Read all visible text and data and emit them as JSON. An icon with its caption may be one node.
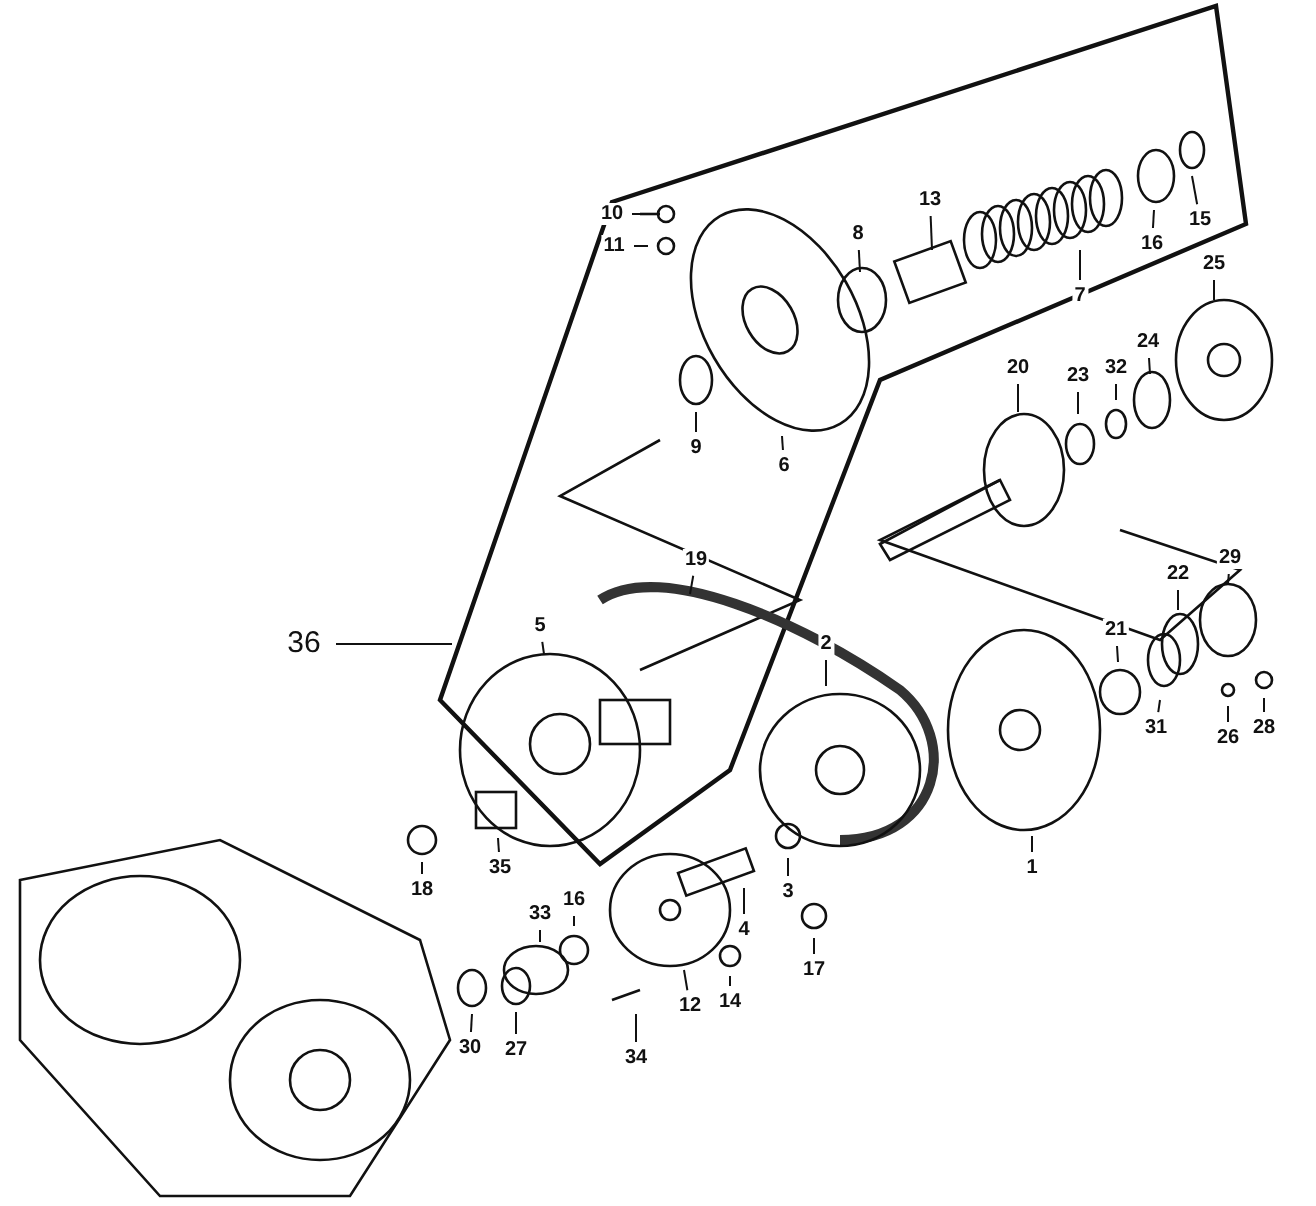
{
  "diagram": {
    "nodes": [
      {
        "text": [
          "10"
        ]
      },
      {
        "text": [
          "11"
        ]
      },
      {
        "text": [
          "13"
        ]
      },
      {
        "text": [
          "8"
        ]
      },
      {
        "text": [
          "15"
        ]
      },
      {
        "text": [
          "16"
        ]
      },
      {
        "text": [
          "7"
        ]
      },
      {
        "text": [
          "25"
        ]
      },
      {
        "text": [
          "24"
        ]
      },
      {
        "text": [
          "20"
        ]
      },
      {
        "text": [
          "32"
        ]
      },
      {
        "text": [
          "23"
        ]
      },
      {
        "text": [
          "9"
        ]
      },
      {
        "text": [
          "6"
        ]
      },
      {
        "text": [
          "29"
        ]
      },
      {
        "text": [
          "19"
        ]
      },
      {
        "text": [
          "22"
        ]
      },
      {
        "text": [
          "5"
        ]
      },
      {
        "text": [
          "21"
        ]
      },
      {
        "text": [
          "36"
        ]
      },
      {
        "text": [
          "2"
        ]
      },
      {
        "text": [
          "31"
        ]
      },
      {
        "text": [
          "28"
        ]
      },
      {
        "text": [
          "26"
        ]
      },
      {
        "text": [
          "1"
        ]
      },
      {
        "text": [
          "35"
        ]
      },
      {
        "text": [
          "3"
        ]
      },
      {
        "text": [
          "18"
        ]
      },
      {
        "text": [
          "16"
        ]
      },
      {
        "text": [
          "33"
        ]
      },
      {
        "text": [
          "4"
        ]
      },
      {
        "text": [
          "17"
        ]
      },
      {
        "text": [
          "14"
        ]
      },
      {
        "text": [
          "12"
        ]
      },
      {
        "text": [
          "27"
        ]
      },
      {
        "text": [
          "30"
        ]
      },
      {
        "text": [
          "34"
        ]
      }
    ],
    "edges": [
      {
        "from": 0,
        "to": null,
        "arrow": "none"
      },
      {
        "from": 1,
        "to": null,
        "arrow": "none"
      },
      {
        "from": 2,
        "to": null,
        "arrow": "none"
      },
      {
        "from": 3,
        "to": null,
        "arrow": "none"
      },
      {
        "from": 4,
        "to": null,
        "arrow": "none"
      },
      {
        "from": 5,
        "to": null,
        "arrow": "none"
      },
      {
        "from": 6,
        "to": null,
        "arrow": "none"
      },
      {
        "from": 7,
        "to": null,
        "arrow": "none"
      },
      {
        "from": 8,
        "to": null,
        "arrow": "none"
      },
      {
        "from": 9,
        "to": null,
        "arrow": "none"
      },
      {
        "from": 10,
        "to": null,
        "arrow": "none"
      },
      {
        "from": 11,
        "to": null,
        "arrow": "none"
      },
      {
        "from": 12,
        "to": null,
        "arrow": "none"
      },
      {
        "from": 13,
        "to": null,
        "arrow": "none"
      },
      {
        "from": 14,
        "to": null,
        "arrow": "none"
      },
      {
        "from": 15,
        "to": null,
        "arrow": "none"
      },
      {
        "from": 16,
        "to": null,
        "arrow": "none"
      },
      {
        "from": 17,
        "to": null,
        "arrow": "none"
      },
      {
        "from": 18,
        "to": null,
        "arrow": "none"
      },
      {
        "from": 19,
        "to": null,
        "arrow": "none"
      },
      {
        "from": 20,
        "to": null,
        "arrow": "none"
      },
      {
        "from": 21,
        "to": null,
        "arrow": "none"
      },
      {
        "from": 22,
        "to": null,
        "arrow": "none"
      },
      {
        "from": 23,
        "to": null,
        "arrow": "none"
      },
      {
        "from": 24,
        "to": null,
        "arrow": "none"
      },
      {
        "from": 25,
        "to": null,
        "arrow": "none"
      },
      {
        "from": 26,
        "to": null,
        "arrow": "none"
      },
      {
        "from": 27,
        "to": null,
        "arrow": "none"
      },
      {
        "from": 28,
        "to": null,
        "arrow": "none"
      },
      {
        "from": 29,
        "to": null,
        "arrow": "none"
      },
      {
        "from": 30,
        "to": null,
        "arrow": "none"
      },
      {
        "from": 31,
        "to": null,
        "arrow": "none"
      },
      {
        "from": 32,
        "to": null,
        "arrow": "none"
      },
      {
        "from": 33,
        "to": null,
        "arrow": "none"
      },
      {
        "from": 34,
        "to": null,
        "arrow": "none"
      },
      {
        "from": 35,
        "to": null,
        "arrow": "none"
      },
      {
        "from": 36,
        "to": null,
        "arrow": "none"
      }
    ]
  }
}
